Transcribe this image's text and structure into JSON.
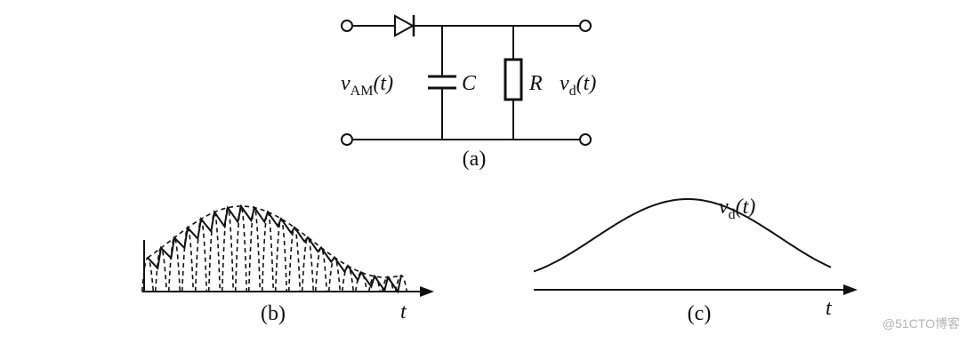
{
  "circuit": {
    "input_voltage": {
      "symbol": "v",
      "subscript": "AM",
      "arg": "(t)"
    },
    "capacitor_label": "C",
    "resistor_label": "R",
    "output_voltage": {
      "symbol": "v",
      "subscript": "d",
      "arg": "(t)"
    },
    "caption": "(a)"
  },
  "panel_b": {
    "caption": "(b)",
    "axis_label": "t"
  },
  "panel_c": {
    "caption": "(c)",
    "axis_label": "t",
    "curve_label": {
      "symbol": "v",
      "subscript": "d",
      "arg": "(t)"
    }
  },
  "watermark": "@51CTO博客"
}
